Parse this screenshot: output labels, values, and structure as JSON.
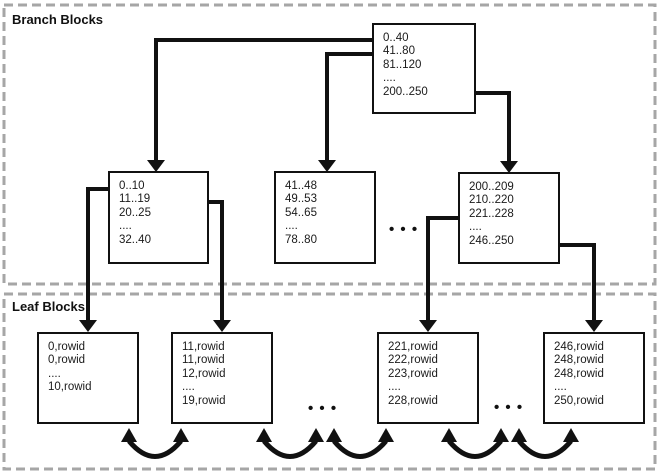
{
  "sections": {
    "branch": {
      "label": "Branch Blocks"
    },
    "leaf": {
      "label": "Leaf Blocks"
    }
  },
  "blocks": {
    "root": {
      "lines": [
        "0..40",
        "41..80",
        "81..120",
        "....",
        "200..250"
      ]
    },
    "branch_left": {
      "lines": [
        "0..10",
        "11..19",
        "20..25",
        "....",
        "32..40"
      ]
    },
    "branch_middle": {
      "lines": [
        "41..48",
        "49..53",
        "54..65",
        "....",
        "78..80"
      ]
    },
    "branch_right": {
      "lines": [
        "200..209",
        "210..220",
        "221..228",
        "....",
        "246..250"
      ]
    },
    "leaf_1": {
      "lines": [
        "0,rowid",
        "0,rowid",
        "....",
        "10,rowid"
      ]
    },
    "leaf_2": {
      "lines": [
        "11,rowid",
        "11,rowid",
        "12,rowid",
        "....",
        "19,rowid"
      ]
    },
    "leaf_3": {
      "lines": [
        "221,rowid",
        "222,rowid",
        "223,rowid",
        "....",
        "228,rowid"
      ]
    },
    "leaf_4": {
      "lines": [
        "246,rowid",
        "248,rowid",
        "248,rowid",
        "....",
        "250,rowid"
      ]
    }
  },
  "decorations": {
    "ellipsis": "• • •"
  },
  "colors": {
    "line": "#111111",
    "text": "#1a1a1a",
    "dashed_border": "#a6a6a6",
    "background": "#ffffff",
    "box_fill": "#ffffff"
  }
}
